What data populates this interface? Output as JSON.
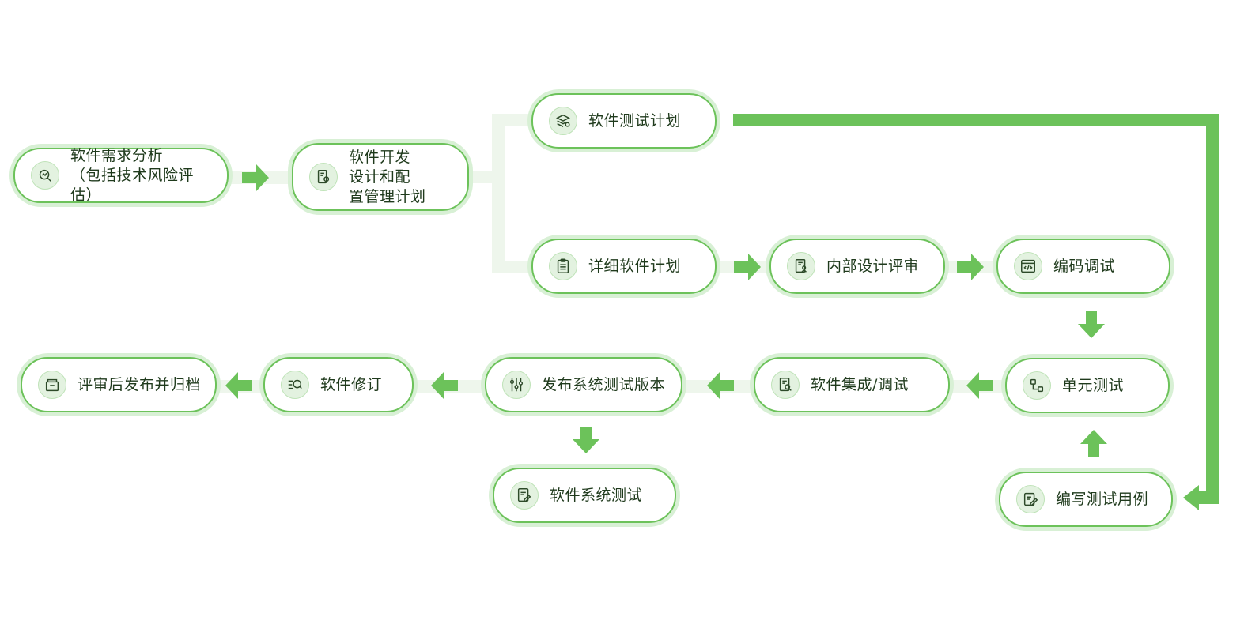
{
  "nodes": [
    {
      "id": "requirements",
      "label": "软件需求分析\n（包括技术风险评估）",
      "icon": "chart-search-icon"
    },
    {
      "id": "dev_plan",
      "label": "软件开发\n设计和配\n置管理计划",
      "icon": "doc-gear-icon"
    },
    {
      "id": "test_plan",
      "label": "软件测试计划",
      "icon": "layers-gear-icon"
    },
    {
      "id": "detail_plan",
      "label": "详细软件计划",
      "icon": "clipboard-list-icon"
    },
    {
      "id": "design_review",
      "label": "内部设计评审",
      "icon": "doc-person-icon"
    },
    {
      "id": "code_debug",
      "label": "编码调试",
      "icon": "code-window-icon"
    },
    {
      "id": "unit_test",
      "label": "单元测试",
      "icon": "flow-boxes-icon"
    },
    {
      "id": "write_cases",
      "label": "编写测试用例",
      "icon": "edit-doc-icon"
    },
    {
      "id": "integration",
      "label": "软件集成/调试",
      "icon": "doc-gear-search-icon"
    },
    {
      "id": "release_test",
      "label": "发布系统测试版本",
      "icon": "sliders-icon"
    },
    {
      "id": "system_test",
      "label": "软件系统测试",
      "icon": "doc-pen-icon"
    },
    {
      "id": "revision",
      "label": "软件修订",
      "icon": "list-search-icon"
    },
    {
      "id": "archive",
      "label": "评审后发布并归档",
      "icon": "archive-icon"
    }
  ],
  "colors": {
    "accent": "#6cc25a",
    "light": "#d8f0d5",
    "connector": "#eef6ec",
    "text": "#1f3a1c"
  }
}
